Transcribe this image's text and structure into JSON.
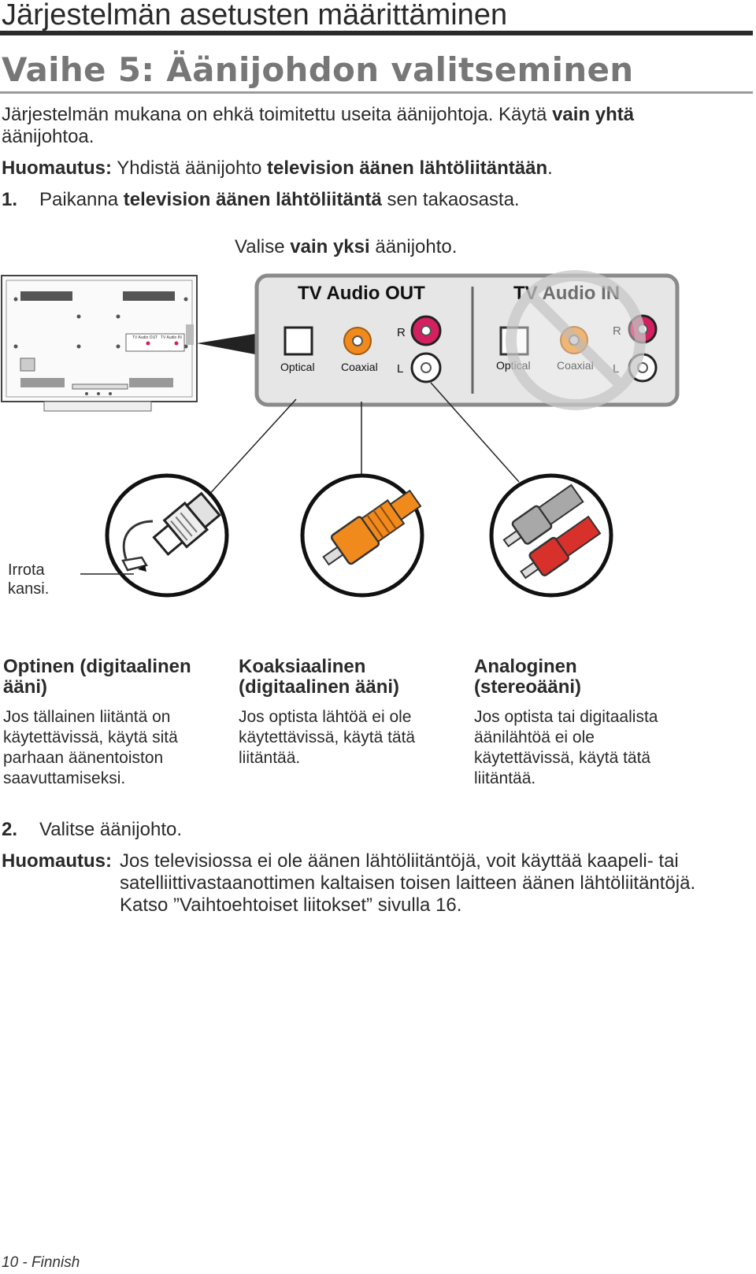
{
  "header": {
    "title": "Järjestelmän asetusten määrittäminen",
    "subtitle": "Vaihe 5: Äänijohdon valitseminen"
  },
  "intro": {
    "line1_a": "Järjestelmän mukana on ehkä toimitettu useita äänijohtoja. Käytä ",
    "line1_b": "vain yhtä",
    "line2": "äänijohtoa."
  },
  "note1": {
    "label": "Huomautus:",
    "text_a": " Yhdistä äänijohto ",
    "text_b": "television äänen lähtöliitäntään",
    "text_c": "."
  },
  "step1": {
    "num": "1.",
    "text_a": "Paikanna ",
    "text_b": "television äänen lähtöliitäntä",
    "text_c": " sen takaosasta."
  },
  "figure": {
    "choose_a": "Valise ",
    "choose_b": "vain yksi",
    "choose_c": " äänijohto.",
    "panel_out_title": "TV Audio OUT",
    "panel_in_title": "TV Audio IN",
    "optical": "Optical",
    "coaxial": "Coaxial",
    "right": "R",
    "left": "L",
    "mini_out": "TV Audio OUT",
    "mini_in": "TV Audio IN",
    "remove_cap_1": "Irrota",
    "remove_cap_2": "kansi."
  },
  "columns": [
    {
      "title_1": "Optinen (digitaalinen",
      "title_2": "ääni)",
      "lines": [
        "Jos tällainen liitäntä on",
        "käytettävissä, käytä sitä",
        "parhaan äänentoiston",
        "saavuttamiseksi."
      ]
    },
    {
      "title_1": "Koaksiaalinen",
      "title_2": "(digitaalinen ääni)",
      "lines": [
        "Jos optista lähtöä ei ole",
        "käytettävissä, käytä tätä",
        "liitäntää."
      ]
    },
    {
      "title_1": "Analoginen",
      "title_2": "(stereoääni)",
      "lines": [
        "Jos optista tai digitaalista",
        "äänilähtöä ei ole",
        "käytettävissä, käytä tätä",
        "liitäntää."
      ]
    }
  ],
  "step2": {
    "num": "2.",
    "text": "Valitse äänijohto."
  },
  "note2": {
    "label": "Huomautus:",
    "line1": "Jos televisiossa ei ole äänen lähtöliitäntöjä, voit käyttää kaapeli- tai",
    "line2": "satelliittivastaanottimen kaltaisen toisen laitteen äänen lähtöliitäntöjä.",
    "line3": "Katso ”Vaihtoehtoiset liitokset” sivulla 16."
  },
  "footer": {
    "text": "10 - Finnish"
  },
  "colors": {
    "coax_orange": "#f08a1c",
    "rca_red": "#d42060",
    "plug_red": "#d8302a",
    "plug_grey": "#a8a8a8",
    "prohibit_grey": "#c8c8c8"
  }
}
